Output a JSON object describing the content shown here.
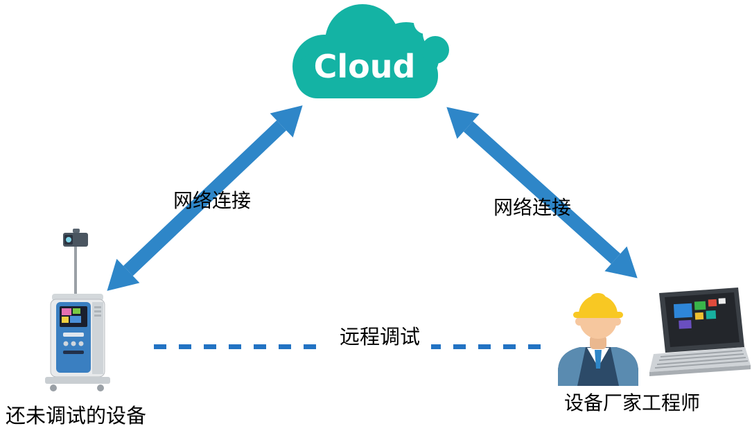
{
  "diagram": {
    "cloud_label": "Cloud",
    "left_connection_label": "网络连接",
    "right_connection_label": "网络连接",
    "remote_debug_label": "远程调试",
    "device_label": "还未调试的设备",
    "engineer_label": "设备厂家工程师"
  },
  "colors": {
    "cloud_teal": "#14b3a4",
    "arrow_blue": "#2e86c8",
    "dash_blue": "#2273c3",
    "helmet_yellow": "#f8c823",
    "suit_navy": "#2c4a68",
    "tie_blue": "#2e86c8"
  }
}
